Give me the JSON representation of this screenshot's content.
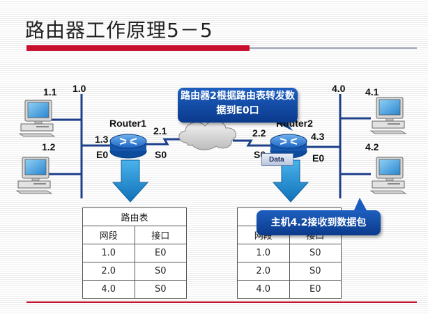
{
  "title": "路由器工作原理5－5",
  "callouts": {
    "routing": "路由器2根据路由表转发数据到E0口",
    "received": "主机4.2接收到数据包"
  },
  "data_packet": "Data",
  "hosts": [
    {
      "label": "1.1"
    },
    {
      "label": "1.2"
    },
    {
      "label": "4.1"
    },
    {
      "label": "4.2"
    }
  ],
  "networks": [
    "1.0",
    "4.0"
  ],
  "routers": [
    {
      "name": "Router1",
      "left_addr": "1.3",
      "left_iface": "E0",
      "right_addr": "2.1",
      "right_iface": "S0"
    },
    {
      "name": "Router2",
      "left_addr": "2.2",
      "left_iface": "S0",
      "right_addr": "4.3",
      "right_iface": "E0"
    }
  ],
  "routing_tables": [
    {
      "title": "路由表",
      "headers": [
        "网段",
        "接口"
      ],
      "rows": [
        [
          "1.0",
          "E0"
        ],
        [
          "2.0",
          "S0"
        ],
        [
          "4.0",
          "S0"
        ]
      ]
    },
    {
      "title": "路由表",
      "headers": [
        "网段",
        "接口"
      ],
      "rows": [
        [
          "1.0",
          "S0"
        ],
        [
          "2.0",
          "S0"
        ],
        [
          "4.0",
          "E0"
        ]
      ]
    }
  ],
  "colors": {
    "accent_red": "#c8102e",
    "callout_blue": "#1e5fbf",
    "router_blue": "#1f6fd0",
    "arrow_blue": "#1a86d0"
  }
}
